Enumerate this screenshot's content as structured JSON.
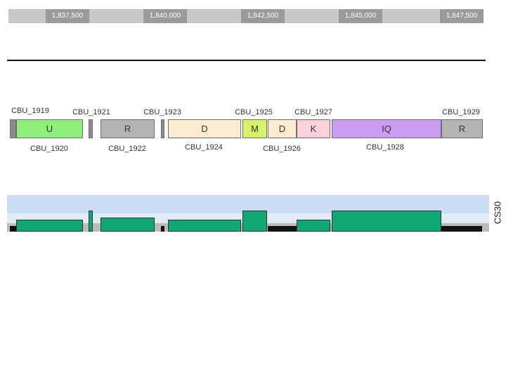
{
  "ruler": {
    "ticks": [
      "1,837,500",
      "1,840,000",
      "1,842,500",
      "1,845,000",
      "1,847,500"
    ]
  },
  "genes": [
    {
      "id": "CBU_1919",
      "symbol": "",
      "color": "#8c8c8c"
    },
    {
      "id": "CBU_1920",
      "symbol": "U",
      "color": "#90ee7a"
    },
    {
      "id": "CBU_1921",
      "symbol": "",
      "color": "#8c8c8c"
    },
    {
      "id": "CBU_1922",
      "symbol": "R",
      "color": "#b4b4b4"
    },
    {
      "id": "CBU_1923",
      "symbol": "",
      "color": "#8c8c8c"
    },
    {
      "id": "CBU_1924",
      "symbol": "D",
      "color": "#fdecd2"
    },
    {
      "id": "CBU_1925",
      "symbol": "M",
      "color": "#d8f26a"
    },
    {
      "id": "CBU_1926",
      "symbol": "D",
      "color": "#fdecd2"
    },
    {
      "id": "CBU_1927",
      "symbol": "K",
      "color": "#fdd0dc"
    },
    {
      "id": "CBU_1928",
      "symbol": "IQ",
      "color": "#cc9cf2"
    },
    {
      "id": "CBU_1929",
      "symbol": "R",
      "color": "#b4b4b4"
    }
  ],
  "expression": {
    "strain": "CS30",
    "levels": [
      0.5,
      0.9,
      0.6,
      0.5,
      0.9,
      0.5,
      0.9,
      0.5
    ]
  }
}
